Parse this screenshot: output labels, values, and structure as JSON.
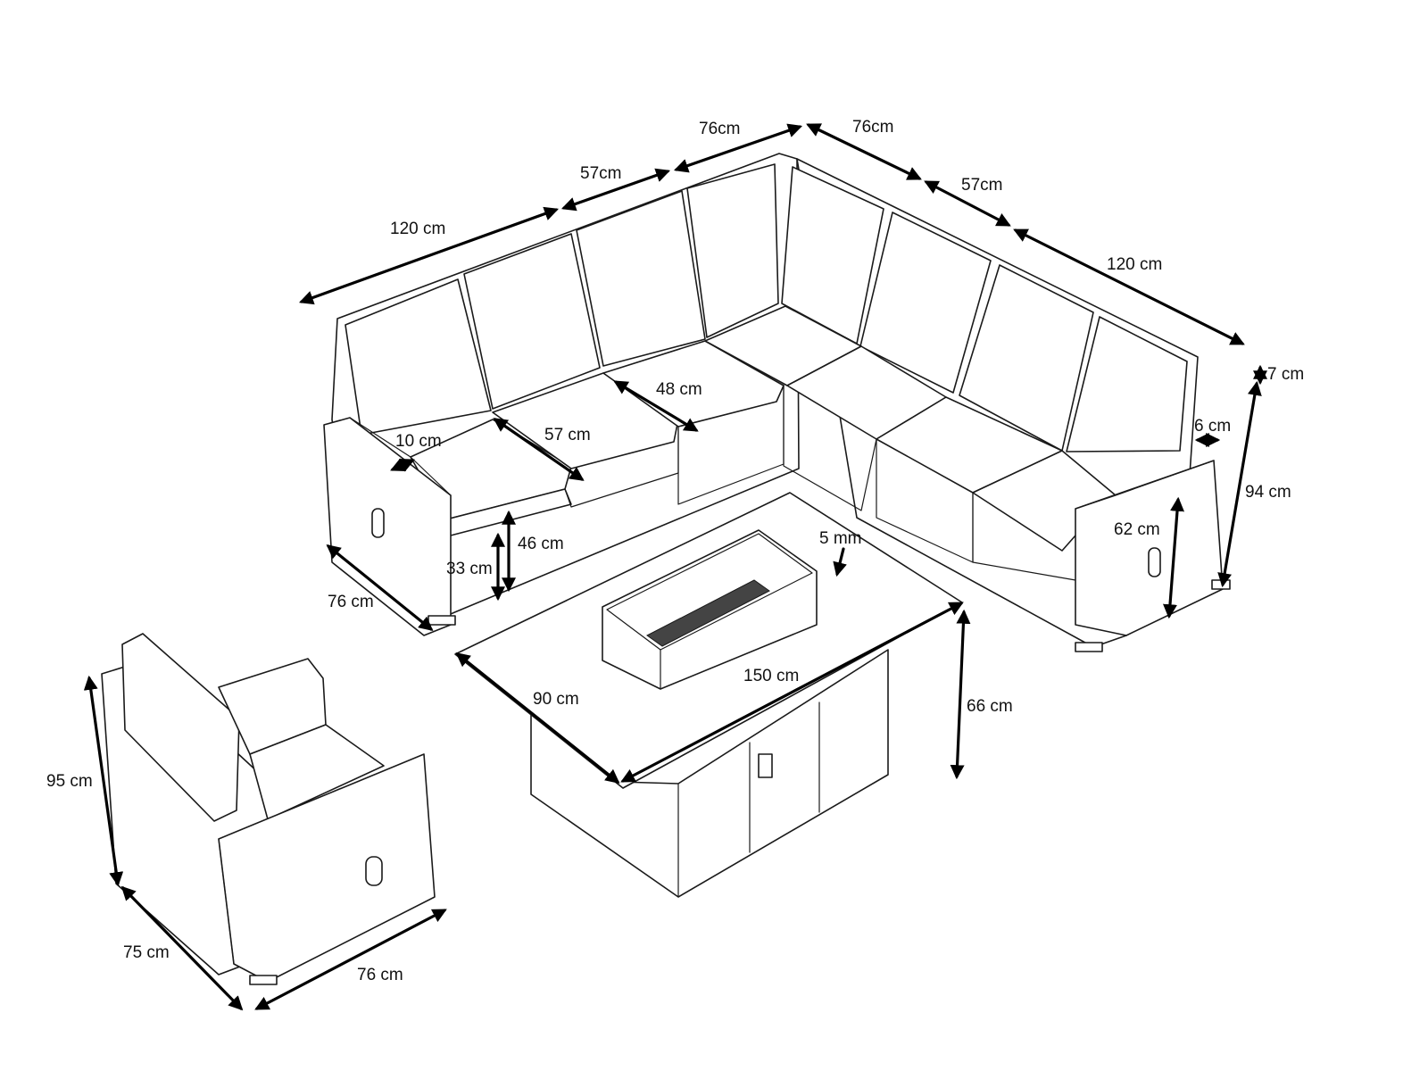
{
  "colors": {
    "line": "#1a1a1a",
    "dimension_arrow": "#000000",
    "background": "#ffffff"
  },
  "labels": {
    "sofa_top_76_left": "76cm",
    "sofa_top_76_right": "76cm",
    "sofa_top_57_left": "57cm",
    "sofa_top_57_right": "57cm",
    "sofa_top_120_left": "120 cm",
    "sofa_top_120_right": "120 cm",
    "cushion_thickness": "7 cm",
    "back_thickness": "6 cm",
    "sofa_height": "94 cm",
    "arm_height": "62 cm",
    "seat_depth_48": "48 cm",
    "seat_width_57": "57 cm",
    "arm_width": "10 cm",
    "seat_height": "46 cm",
    "frame_height": "33 cm",
    "sofa_depth": "76 cm",
    "glass_thickness": "5 mm",
    "table_length": "150 cm",
    "table_width": "90 cm",
    "table_height": "66 cm",
    "chair_height": "95 cm",
    "chair_depth": "75 cm",
    "chair_width": "76 cm"
  }
}
